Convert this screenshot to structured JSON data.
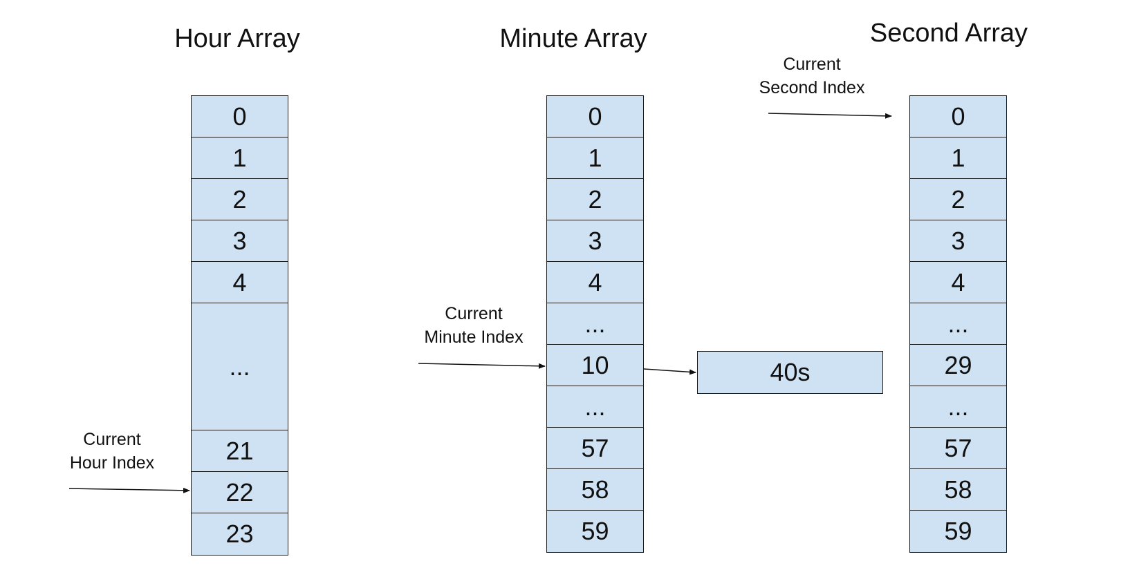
{
  "hour_array": {
    "title": "Hour Array",
    "cells": [
      "0",
      "1",
      "2",
      "3",
      "4",
      "...",
      "21",
      "22",
      "23"
    ],
    "pointer_label_line1": "Current",
    "pointer_label_line2": "Hour Index"
  },
  "minute_array": {
    "title": "Minute Array",
    "cells": [
      "0",
      "1",
      "2",
      "3",
      "4",
      "...",
      "10",
      "...",
      "57",
      "58",
      "59"
    ],
    "pointer_label_line1": "Current",
    "pointer_label_line2": "Minute Index"
  },
  "second_array": {
    "title": "Second Array",
    "cells": [
      "0",
      "1",
      "2",
      "3",
      "4",
      "...",
      "29",
      "...",
      "57",
      "58",
      "59"
    ],
    "pointer_label_line1": "Current",
    "pointer_label_line2": "Second Index"
  },
  "minute_value": "40s"
}
